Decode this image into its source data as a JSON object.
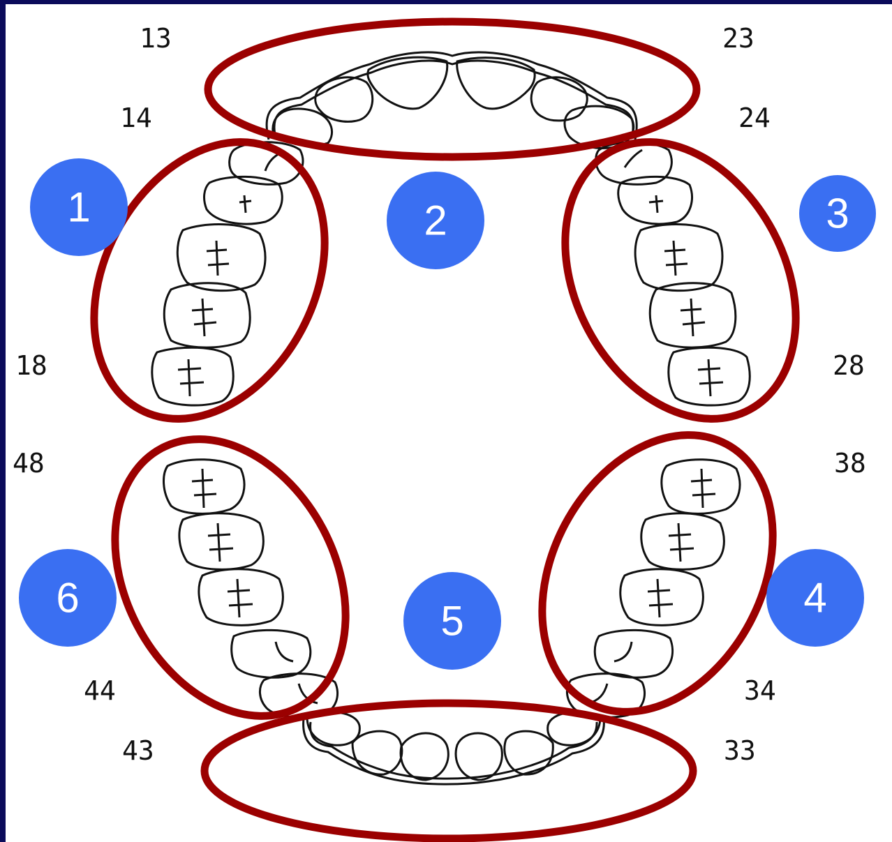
{
  "tooth_labels": {
    "t13": "13",
    "t23": "23",
    "t14": "14",
    "t24": "24",
    "t18": "18",
    "t28": "28",
    "t48": "48",
    "t38": "38",
    "t44": "44",
    "t34": "34",
    "t43": "43",
    "t33": "33"
  },
  "sextants": {
    "s1": "1",
    "s2": "2",
    "s3": "3",
    "s4": "4",
    "s5": "5",
    "s6": "6"
  },
  "colors": {
    "frame": "#0b0b5a",
    "ellipse": "#9b0000",
    "circle": "#3a6ff2",
    "tooth_line": "#111111"
  }
}
